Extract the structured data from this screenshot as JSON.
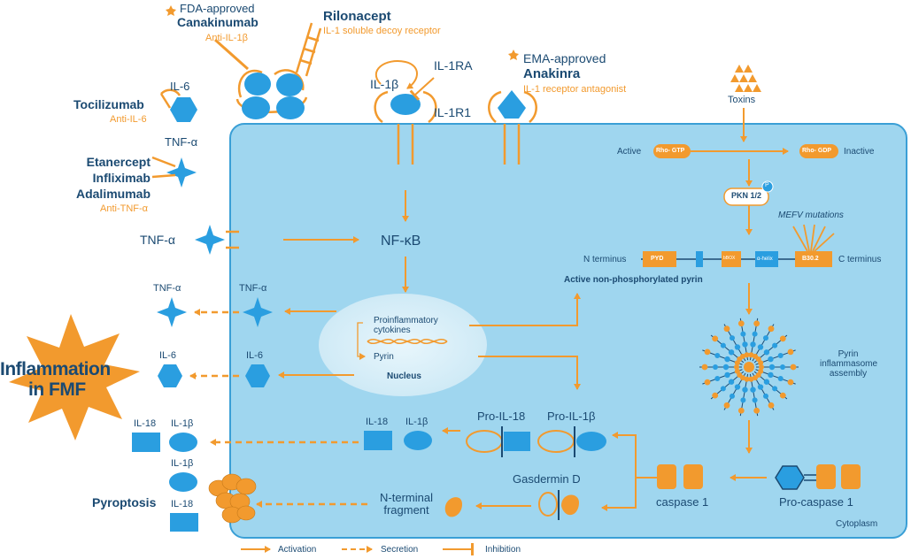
{
  "top_drugs": {
    "canakinumab": {
      "status": "FDA-approved",
      "name": "Canakinumab",
      "desc": "Anti-IL-1β"
    },
    "rilonacept": {
      "name": "Rilonacept",
      "desc": "IL-1 soluble decoy receptor"
    },
    "anakinra": {
      "status": "EMA-approved",
      "name": "Anakinra",
      "desc": "IL-1 receptor antagonist"
    }
  },
  "receptor": {
    "ligand": "IL-1β",
    "antagonist": "IL-1RA",
    "receptor": "IL-1R1"
  },
  "left_drugs": {
    "tocilizumab": {
      "name": "Tocilizumab",
      "desc": "Anti-IL-6",
      "target": "IL-6"
    },
    "anti_tnf": {
      "names": [
        "Etanercept",
        "Infliximab",
        "Adalimumab"
      ],
      "desc": "Anti-TNF-α",
      "target": "TNF-α"
    }
  },
  "signaling": {
    "tnf_input": "TNF-α",
    "nfkb": "NF-κB"
  },
  "nucleus": {
    "label": "Nucleus",
    "cytokines": "Proinflammatory cytokines",
    "pyrin": "Pyrin"
  },
  "secreted": {
    "tnf_in": "TNF-α",
    "tnf_out": "TNF-α",
    "il6_in": "IL-6",
    "il6_out": "IL-6",
    "il18_in": "IL-18",
    "il1b_in": "IL-1β",
    "il18_out": "IL-18",
    "il1b_out": "IL-1β"
  },
  "inflammation": {
    "line1": "Inflammation",
    "line2": "in FMF"
  },
  "pyroptosis": {
    "label": "Pyroptosis",
    "il1b": "IL-1β",
    "il18": "IL-18"
  },
  "toxin_path": {
    "toxins": "Toxins",
    "active": "Active",
    "inactive": "Inactive",
    "rho_gtp": "Rho- GTP",
    "rho_gdp": "Rho- GDP",
    "pkn": "PKN 1/2",
    "p": "P"
  },
  "pyrin_domains": {
    "mefv": "MEFV mutations",
    "n_term": "N terminus",
    "c_term": "C terminus",
    "pyd": "PYD",
    "bbox": "bBOX",
    "ahelix": "α-helix",
    "b302": "B30.2",
    "active_pyrin": "Active non-phosphorylated pyrin"
  },
  "inflammasome": {
    "label": "Pyrin inflammasome assembly"
  },
  "caspase": {
    "pro": "Pro-caspase 1",
    "active": "caspase 1"
  },
  "processing": {
    "pro_il18": "Pro-IL-18",
    "pro_il1b": "Pro-IL-1β",
    "gasdermin": "Gasdermin D",
    "nterm": "N-terminal fragment"
  },
  "cytoplasm": "Cytoplasm",
  "legend": {
    "activation": "Activation",
    "secretion": "Secretion",
    "inhibition": "Inhibition"
  },
  "colors": {
    "cell": "#9fd6ef",
    "membrane": "#3a9fd6",
    "accent": "#f29a2e",
    "shape": "#2a9ee0",
    "text": "#1b4a72"
  }
}
